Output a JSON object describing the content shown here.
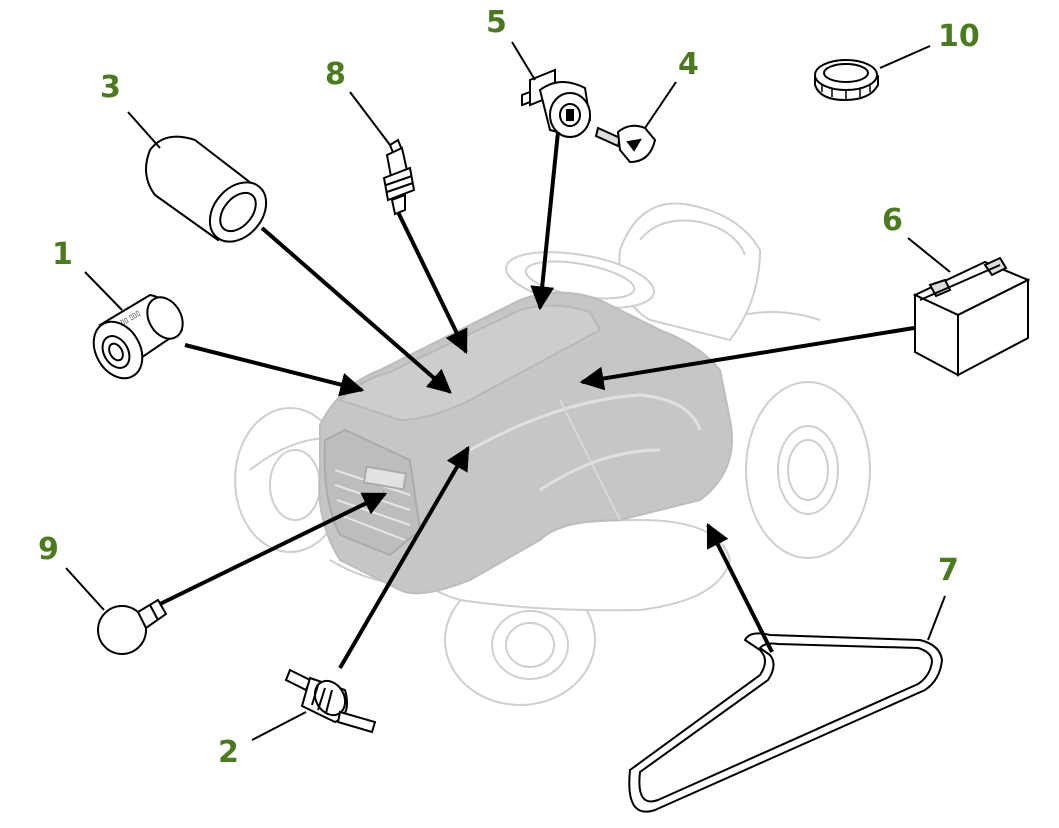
{
  "callout_color": "#4b7a1f",
  "line_color": "#000000",
  "mower_fill": "#c6c6c6",
  "mower_outline": "#cfcfcf",
  "callouts": {
    "c1": "1",
    "c2": "2",
    "c3": "3",
    "c4": "4",
    "c5": "5",
    "c6": "6",
    "c7": "7",
    "c8": "8",
    "c9": "9",
    "c10": "10"
  },
  "parts": [
    {
      "id": "c1",
      "icon": "oil-filter-icon"
    },
    {
      "id": "c2",
      "icon": "fuel-filter-icon"
    },
    {
      "id": "c3",
      "icon": "air-filter-icon"
    },
    {
      "id": "c4",
      "icon": "ignition-key-icon"
    },
    {
      "id": "c5",
      "icon": "ignition-switch-icon"
    },
    {
      "id": "c6",
      "icon": "battery-icon"
    },
    {
      "id": "c7",
      "icon": "drive-belt-icon"
    },
    {
      "id": "c8",
      "icon": "spark-plug-icon"
    },
    {
      "id": "c9",
      "icon": "headlight-bulb-icon"
    },
    {
      "id": "c10",
      "icon": "fuel-cap-icon"
    }
  ]
}
